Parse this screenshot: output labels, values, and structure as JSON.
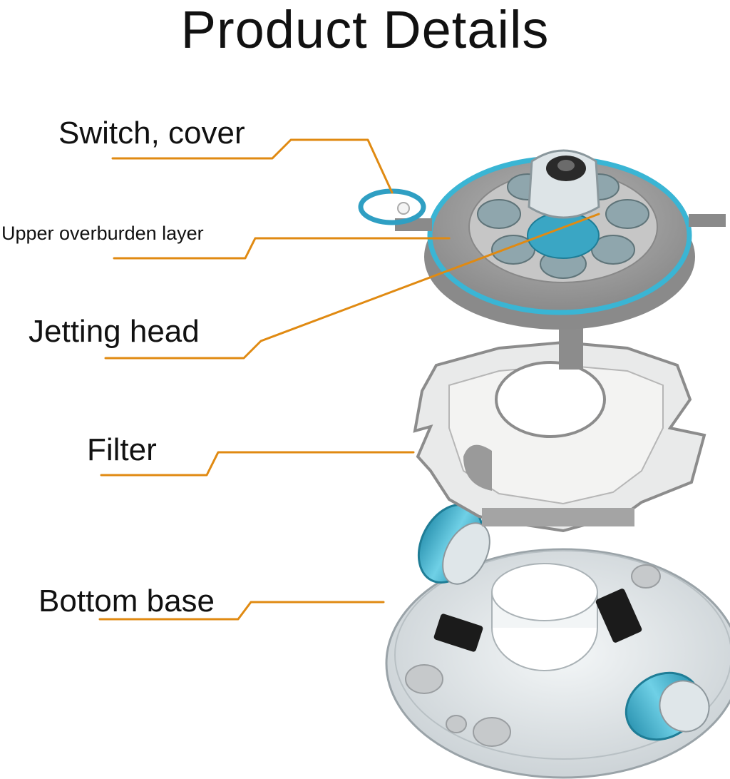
{
  "title": "Product Details",
  "labels": {
    "switch_cover": "Switch, cover",
    "upper_layer": "Upper overburden layer",
    "jetting_head": "Jetting head",
    "filter": "Filter",
    "bottom_base": "Bottom base"
  },
  "colors": {
    "leader_line": "#e08a12",
    "body_grey": "#8e8e8e",
    "accent_blue": "#3ab5d4",
    "clear_plastic": "#e4e9ec"
  }
}
